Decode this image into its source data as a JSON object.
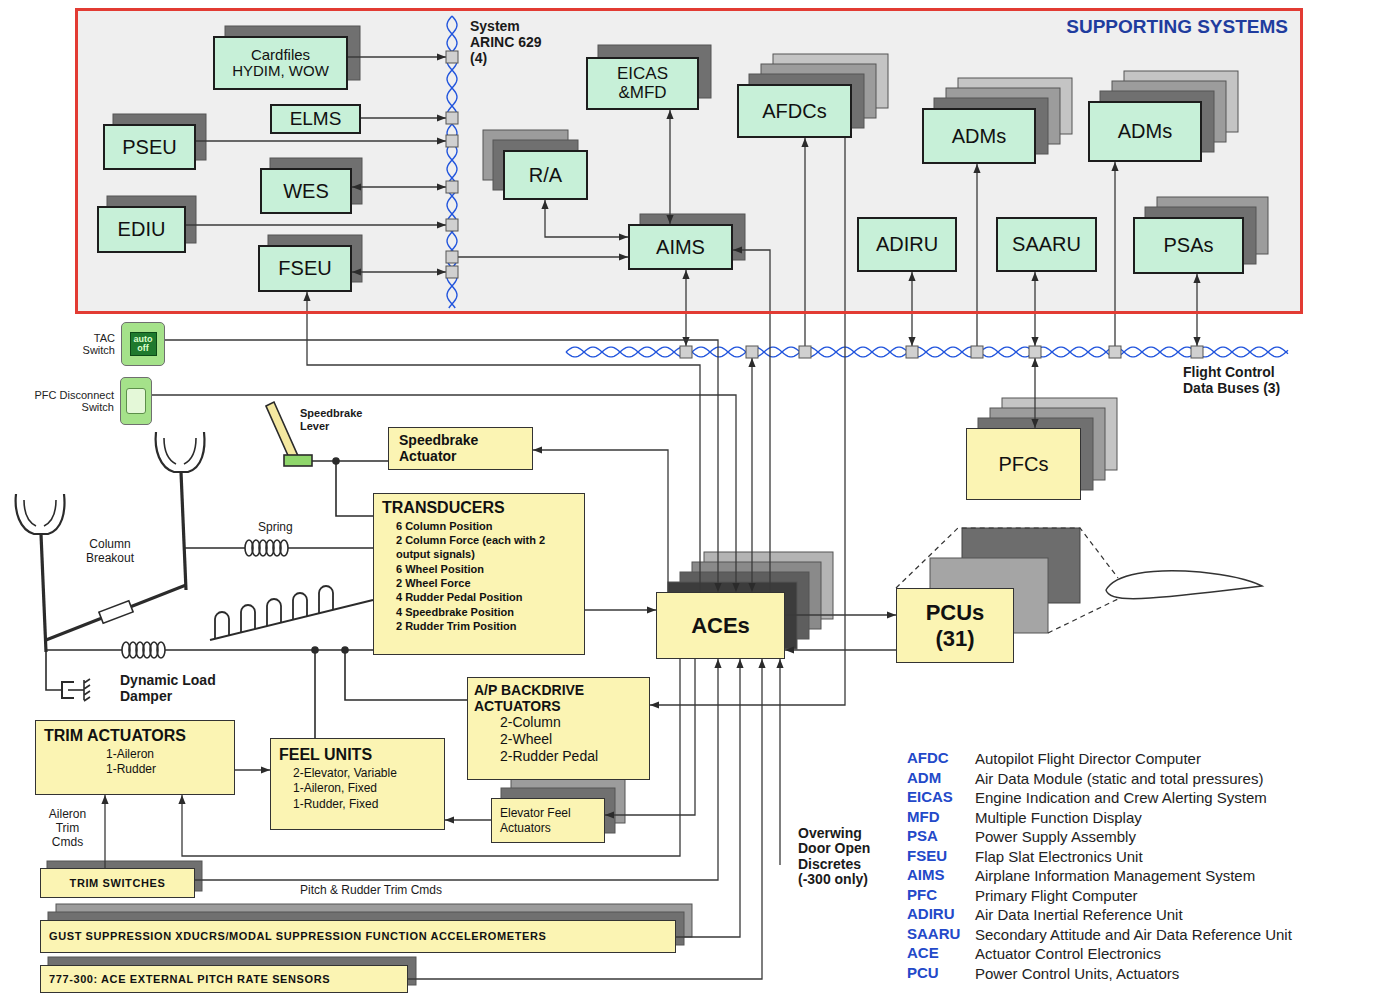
{
  "diagram": {
    "nodes": [
      {
        "text": [
          "SUPPORTING SYSTEMS"
        ]
      },
      {
        "text": [
          "Cardfiles HYDIM, WOW"
        ],
        "in": 0
      },
      {
        "text": [
          "ELMS"
        ],
        "in": 0
      },
      {
        "text": [
          "PSEU"
        ],
        "in": 0
      },
      {
        "text": [
          "WES"
        ],
        "in": 0
      },
      {
        "text": [
          "EDIU"
        ],
        "in": 0
      },
      {
        "text": [
          "FSEU"
        ],
        "in": 0
      },
      {
        "text": [
          "EICAS &MFD"
        ],
        "in": 0
      },
      {
        "text": [
          "R/A"
        ],
        "in": 0
      },
      {
        "text": [
          "AIMS"
        ],
        "in": 0
      },
      {
        "text": [
          "AFDCs"
        ],
        "in": 0
      },
      {
        "text": [
          "ADMs"
        ],
        "in": 0
      },
      {
        "text": [
          "ADMs"
        ],
        "in": 0
      },
      {
        "text": [
          "ADIRU"
        ],
        "in": 0
      },
      {
        "text": [
          "SAARU"
        ],
        "in": 0
      },
      {
        "text": [
          "PSAs"
        ],
        "in": 0
      },
      {
        "text": [
          "TAC Switch",
          "auto",
          "off"
        ]
      },
      {
        "text": [
          "PFC Disconnect Switch"
        ]
      },
      {
        "text": [
          "Speedbrake Actuator"
        ]
      },
      {
        "text": [
          "TRANSDUCERS",
          "6 Column Position",
          "2 Column Force (each with 2 output signals)",
          "6 Wheel Position",
          "2 Wheel Force",
          "4 Rudder Pedal Position",
          "4 Speedbrake Position",
          "2 Rudder Trim Position"
        ]
      },
      {
        "text": [
          "PFCs"
        ]
      },
      {
        "text": [
          "ACEs"
        ]
      },
      {
        "text": [
          "PCUs (31)"
        ]
      },
      {
        "text": [
          "A/P BACKDRIVE ACTUATORS",
          "2-Column",
          "2-Wheel",
          "2-Rudder Pedal"
        ]
      },
      {
        "text": [
          "TRIM ACTUATORS",
          "1-Aileron",
          "1-Rudder"
        ]
      },
      {
        "text": [
          "FEEL UNITS",
          "2-Elevator, Variable",
          "1-Aileron, Fixed",
          "1-Rudder, Fixed"
        ]
      },
      {
        "text": [
          "Elevator Feel Actuators"
        ]
      },
      {
        "text": [
          "TRIM SWITCHES"
        ]
      },
      {
        "text": [
          "GUST SUPPRESSION XDUCRS/MODAL SUPPRESSION FUNCTION ACCELEROMETERS"
        ]
      },
      {
        "text": [
          "777-300: ACE EXTERNAL PITCH RATE SENSORS"
        ]
      }
    ],
    "edges": [
      {
        "from": 7,
        "to": 9,
        "arrow": "both"
      },
      {
        "from": 8,
        "to": 9,
        "arrow": "both"
      },
      {
        "from": 21,
        "to": 9,
        "arrow": "to"
      },
      {
        "from": 21,
        "to": 6,
        "arrow": "to"
      },
      {
        "from": 16,
        "to": 21,
        "arrow": "to"
      },
      {
        "from": 17,
        "to": 21,
        "arrow": "to"
      },
      {
        "from": 21,
        "to": 18,
        "arrow": "to"
      },
      {
        "from": 19,
        "to": 21,
        "arrow": "to"
      },
      {
        "from": 21,
        "to": 22,
        "arrow": "to"
      },
      {
        "from": 22,
        "to": 21,
        "arrow": "to"
      },
      {
        "from": 10,
        "to": 23,
        "arrow": "to"
      },
      {
        "from": 21,
        "to": 26,
        "arrow": "to"
      },
      {
        "from": 26,
        "to": 25,
        "arrow": "to"
      },
      {
        "from": 24,
        "to": 25,
        "arrow": "to"
      },
      {
        "from": 21,
        "to": 24,
        "arrow": "to"
      },
      {
        "from": 27,
        "to": 24,
        "arrow": "to",
        "label": "Aileron Trim Cmds"
      },
      {
        "from": 27,
        "to": 21,
        "arrow": "to",
        "label": "Pitch & Rudder Trim Cmds"
      },
      {
        "from": 28,
        "to": 21,
        "arrow": "to"
      },
      {
        "from": 29,
        "to": 21,
        "arrow": "to"
      }
    ],
    "labels": [
      "System ARINC 629 (4)",
      "Flight Control Data Buses (3)",
      "Speedbrake Lever",
      "Spring",
      "Column Breakout",
      "Dynamic Load Damper",
      "Overwing Door Open Discretes (-300 only)",
      "AFDC",
      "Autopilot Flight Director Computer",
      "ADM",
      "Air Data Module (static and total pressures)",
      "EICAS",
      "Engine Indication and Crew Alerting System",
      "MFD",
      "Multiple Function Display",
      "PSA",
      "Power Supply Assembly",
      "FSEU",
      "Flap Slat Electronics Unit",
      "AIMS",
      "Airplane Information Management System",
      "PFC",
      "Primary Flight Computer",
      "ADIRU",
      "Air Data Inertial Reference Unit",
      "SAARU",
      "Secondary Attitude and Air Data Reference Unit",
      "ACE",
      "Actuator Control Electronics",
      "PCU",
      "Power Control Units, Actuators"
    ]
  }
}
